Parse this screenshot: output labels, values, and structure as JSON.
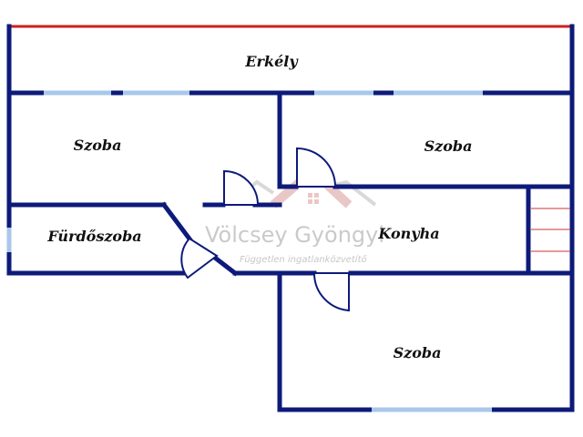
{
  "rooms": {
    "erkely": "Erkély",
    "szoba_left": "Szoba",
    "szoba_right": "Szoba",
    "furdoszoba": "Fürdőszoba",
    "konyha": "Konyha",
    "szoba_bottom": "Szoba"
  },
  "watermark": {
    "name": "Völcsey Gyöngyi",
    "tagline": "Független ingatlanközvetítő"
  },
  "colors": {
    "wall": "#0d1a7a",
    "window": "#a9c7ea",
    "railing": "#cc1f1f",
    "stair": "#cc3333",
    "watermark_roof": "#d99a9a"
  },
  "icons": {
    "watermark_logo": "house-roof-icon",
    "stairs": "stairs-icon",
    "door": "door-swing-icon"
  }
}
